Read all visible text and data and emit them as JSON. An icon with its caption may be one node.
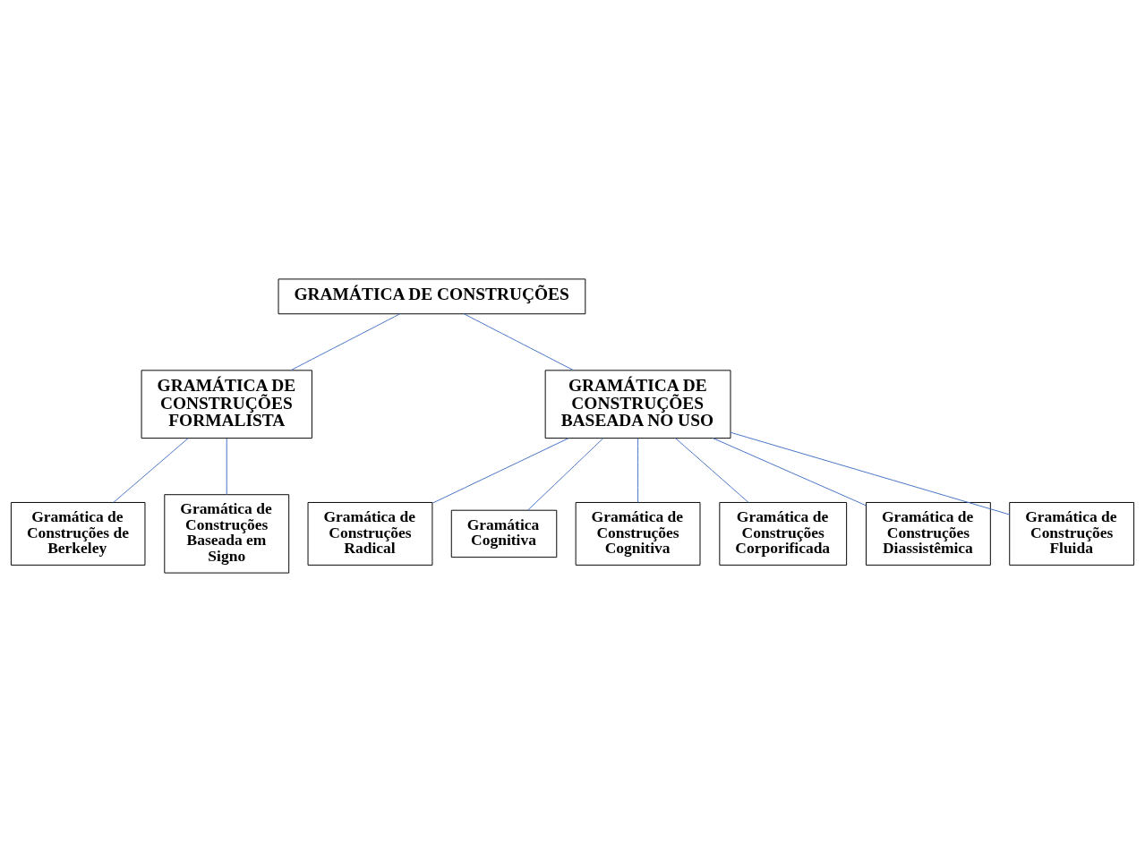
{
  "diagram": {
    "nodes": [
      {
        "text": [
          "GRAMÁTICA DE CONSTRUÇÕES"
        ]
      },
      {
        "text": [
          "GRAMÁTICA DE CONSTRUÇÕES FORMALISTA"
        ]
      },
      {
        "text": [
          "GRAMÁTICA DE CONSTRUÇÕES BASEADA NO USO"
        ]
      },
      {
        "text": [
          "Gramática de Construções de Berkeley"
        ]
      },
      {
        "text": [
          "Gramática de Construções Baseada em Signo"
        ]
      },
      {
        "text": [
          "Gramática de Construções Radical"
        ]
      },
      {
        "text": [
          "Gramática Cognitiva"
        ]
      },
      {
        "text": [
          "Gramática de Construções Cognitiva"
        ]
      },
      {
        "text": [
          "Gramática de Construções Corporificada"
        ]
      },
      {
        "text": [
          "Gramática de Construções Diassistêmica"
        ]
      },
      {
        "text": [
          "Gramática de Construções Fluida"
        ]
      }
    ],
    "edges": [
      {
        "from": 0,
        "to": 1,
        "arrow": "none"
      },
      {
        "from": 0,
        "to": 2,
        "arrow": "none"
      },
      {
        "from": 1,
        "to": 3,
        "arrow": "none"
      },
      {
        "from": 1,
        "to": 4,
        "arrow": "none"
      },
      {
        "from": 2,
        "to": 5,
        "arrow": "none"
      },
      {
        "from": 2,
        "to": 6,
        "arrow": "none"
      },
      {
        "from": 2,
        "to": 7,
        "arrow": "none"
      },
      {
        "from": 2,
        "to": 8,
        "arrow": "none"
      },
      {
        "from": 2,
        "to": 9,
        "arrow": "none"
      },
      {
        "from": 2,
        "to": 10,
        "arrow": "none"
      }
    ]
  }
}
